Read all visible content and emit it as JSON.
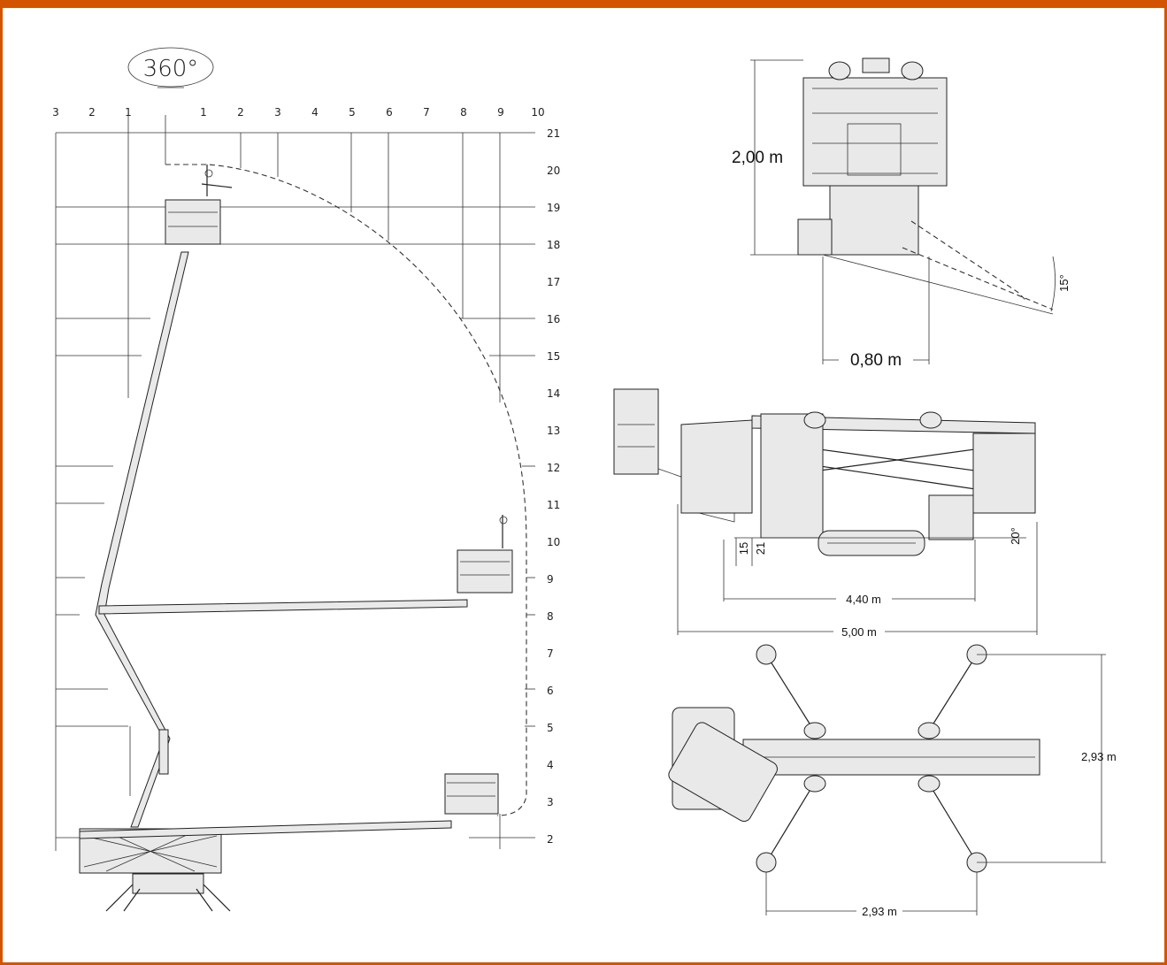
{
  "rotation_label": "360°",
  "working_range": {
    "x_ticks_left": [
      "3",
      "2",
      "1"
    ],
    "x_ticks_right": [
      "1",
      "2",
      "3",
      "4",
      "5",
      "6",
      "7",
      "8",
      "9",
      "10"
    ],
    "y_ticks": [
      "21",
      "20",
      "19",
      "18",
      "17",
      "16",
      "15",
      "14",
      "13",
      "12",
      "11",
      "10",
      "9",
      "8",
      "7",
      "6",
      "5",
      "4",
      "3",
      "2"
    ]
  },
  "front_view": {
    "height_label": "2,00 m",
    "width_label": "0,80 m",
    "angle_label": "15°"
  },
  "side_view": {
    "track_length_label": "4,40 m",
    "total_length_label": "5,00 m",
    "angle_label": "20°",
    "ground_left_label": "15",
    "ground_left_label_2": "21"
  },
  "top_view": {
    "outrigger_width_label": "2,93 m",
    "outrigger_length_label": "2,93 m"
  },
  "colors": {
    "accent": "#d35400"
  }
}
